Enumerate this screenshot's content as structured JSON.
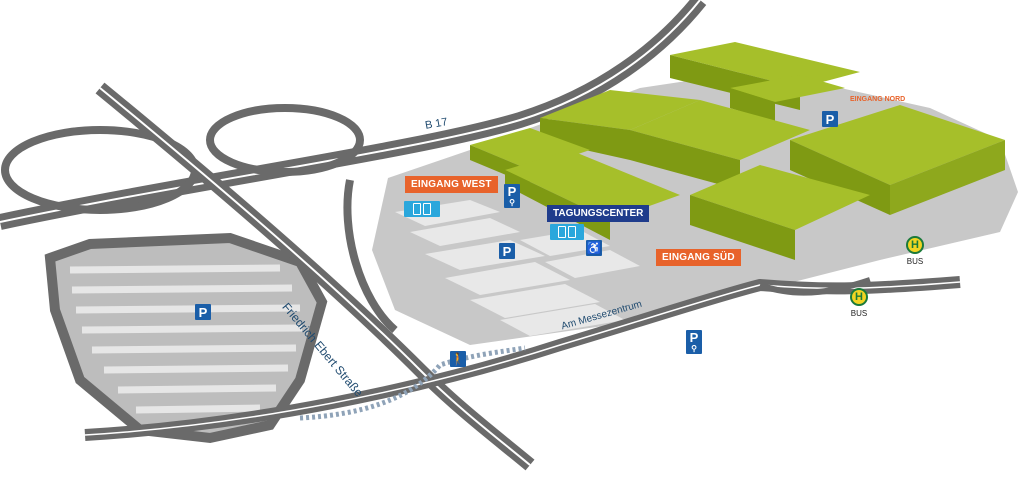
{
  "roads": {
    "highway": "B 17",
    "main_street": "Friedrich Ebert Straße",
    "access_road": "Am Messezentrum"
  },
  "entrances": {
    "west": "EINGANG WEST",
    "south": "EINGANG SÜD",
    "north": "EINGANG NORD"
  },
  "venue": {
    "conference_center": "TAGUNGSCENTER"
  },
  "parking": {
    "symbol": "P"
  },
  "bus_stops": [
    {
      "label": "BUS",
      "symbol": "H"
    },
    {
      "label": "BUS",
      "symbol": "H"
    }
  ],
  "icons": {
    "bike": "bicycle-icon",
    "charging": "ev-charging-icon",
    "accessible": "wheelchair-icon",
    "pedestrian": "pedestrian-crossing-icon"
  },
  "colors": {
    "building_top": "#a6bf2a",
    "building_side": "#7f9a13",
    "ground": "#c8c8c8",
    "road": "#6a6a6a",
    "parking_sign": "#1a5ea8",
    "charging_sign": "#2aa7dc",
    "entrance_tag": "#e8632b",
    "conference_tag": "#1f3c8c",
    "bus_sign": "#f1d422"
  }
}
